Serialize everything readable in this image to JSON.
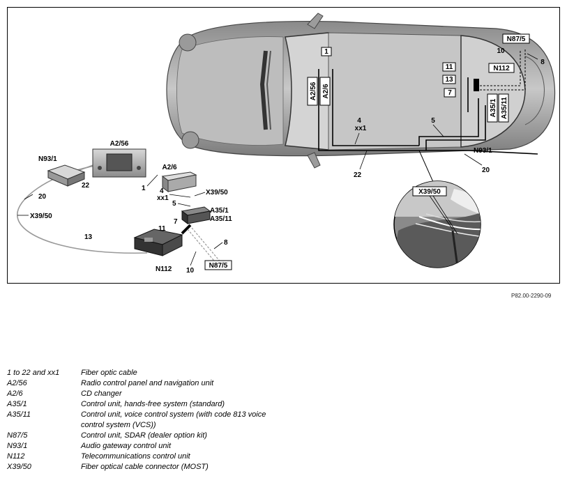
{
  "diagram": {
    "figure_code": "P82.00-2290-09",
    "labels": {
      "a2_56": "A2/56",
      "a2_6": "A2/6",
      "n93_1": "N93/1",
      "n112": "N112",
      "a35_1": "A35/1",
      "a35_11": "A35/11",
      "x39_50": "X39/50",
      "n87_5": "N87/5",
      "xx1": "xx1",
      "c1": "1",
      "c4": "4",
      "c5": "5",
      "c7": "7",
      "c8": "8",
      "c10": "10",
      "c11": "11",
      "c13": "13",
      "c20": "20",
      "c22": "22"
    }
  },
  "legend": [
    {
      "key": "1 to 22 and xx1",
      "desc": "Fiber optic cable"
    },
    {
      "key": "A2/56",
      "desc": "Radio control panel and navigation unit"
    },
    {
      "key": "A2/6",
      "desc": "CD changer"
    },
    {
      "key": "A35/1",
      "desc": "Control unit, hands-free system (standard)"
    },
    {
      "key": "A35/11",
      "desc": "Control unit, voice control system (with code 813 voice control system (VCS))"
    },
    {
      "key": "N87/5",
      "desc": "Control unit, SDAR (dealer option kit)"
    },
    {
      "key": "N93/1",
      "desc": "Audio gateway control unit"
    },
    {
      "key": "N112",
      "desc": "Telecommunications control unit"
    },
    {
      "key": "X39/50",
      "desc": "Fiber optical cable connector (MOST)"
    }
  ]
}
